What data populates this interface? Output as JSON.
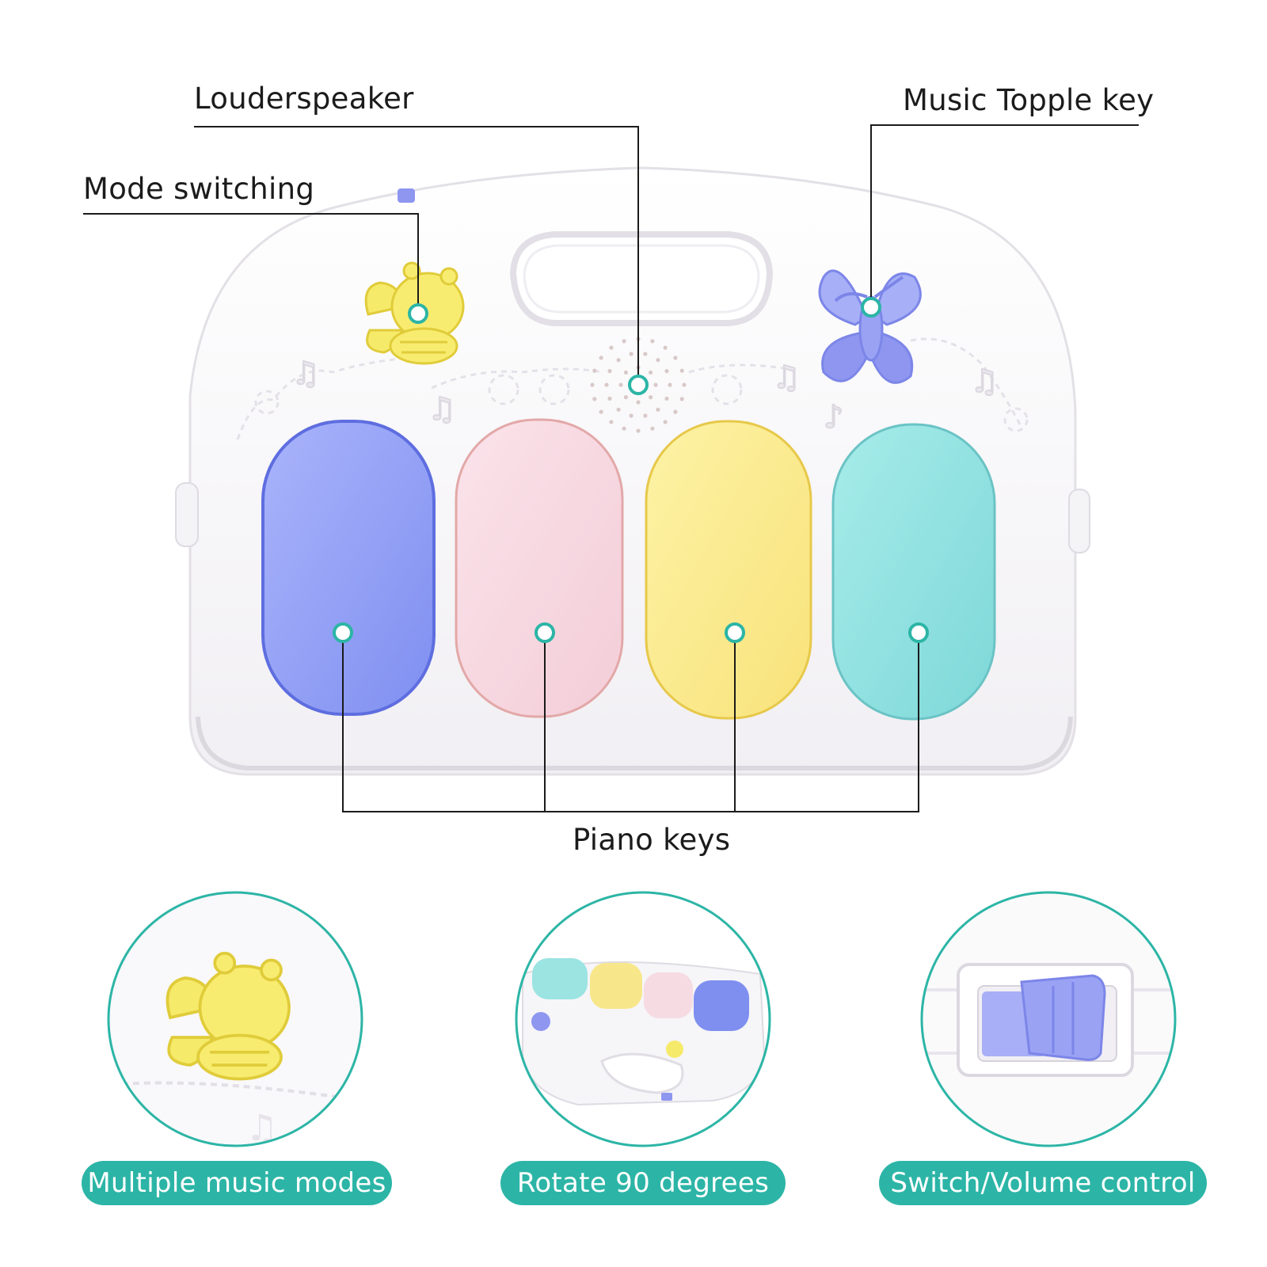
{
  "callouts": {
    "loudspeaker": "Louderspeaker",
    "music_topple_key": "Music Topple key",
    "mode_switching": "Mode switching",
    "piano_keys": "Piano keys"
  },
  "features": [
    {
      "label": "Multiple music modes"
    },
    {
      "label": "Rotate 90 degrees"
    },
    {
      "label": "Switch/Volume control"
    }
  ],
  "colors": {
    "accent_teal": "#2cb5a6",
    "key_blue": "#8e9cf5",
    "key_pink": "#f7d4dc",
    "key_yellow": "#fbe98a",
    "key_cyan": "#8ee0df",
    "bee_yellow": "#f4e45c",
    "butterfly_purple": "#8e96f0"
  },
  "icons": [
    "bee-figure",
    "butterfly-figure",
    "music-note",
    "speaker-grille",
    "volume-slider"
  ]
}
